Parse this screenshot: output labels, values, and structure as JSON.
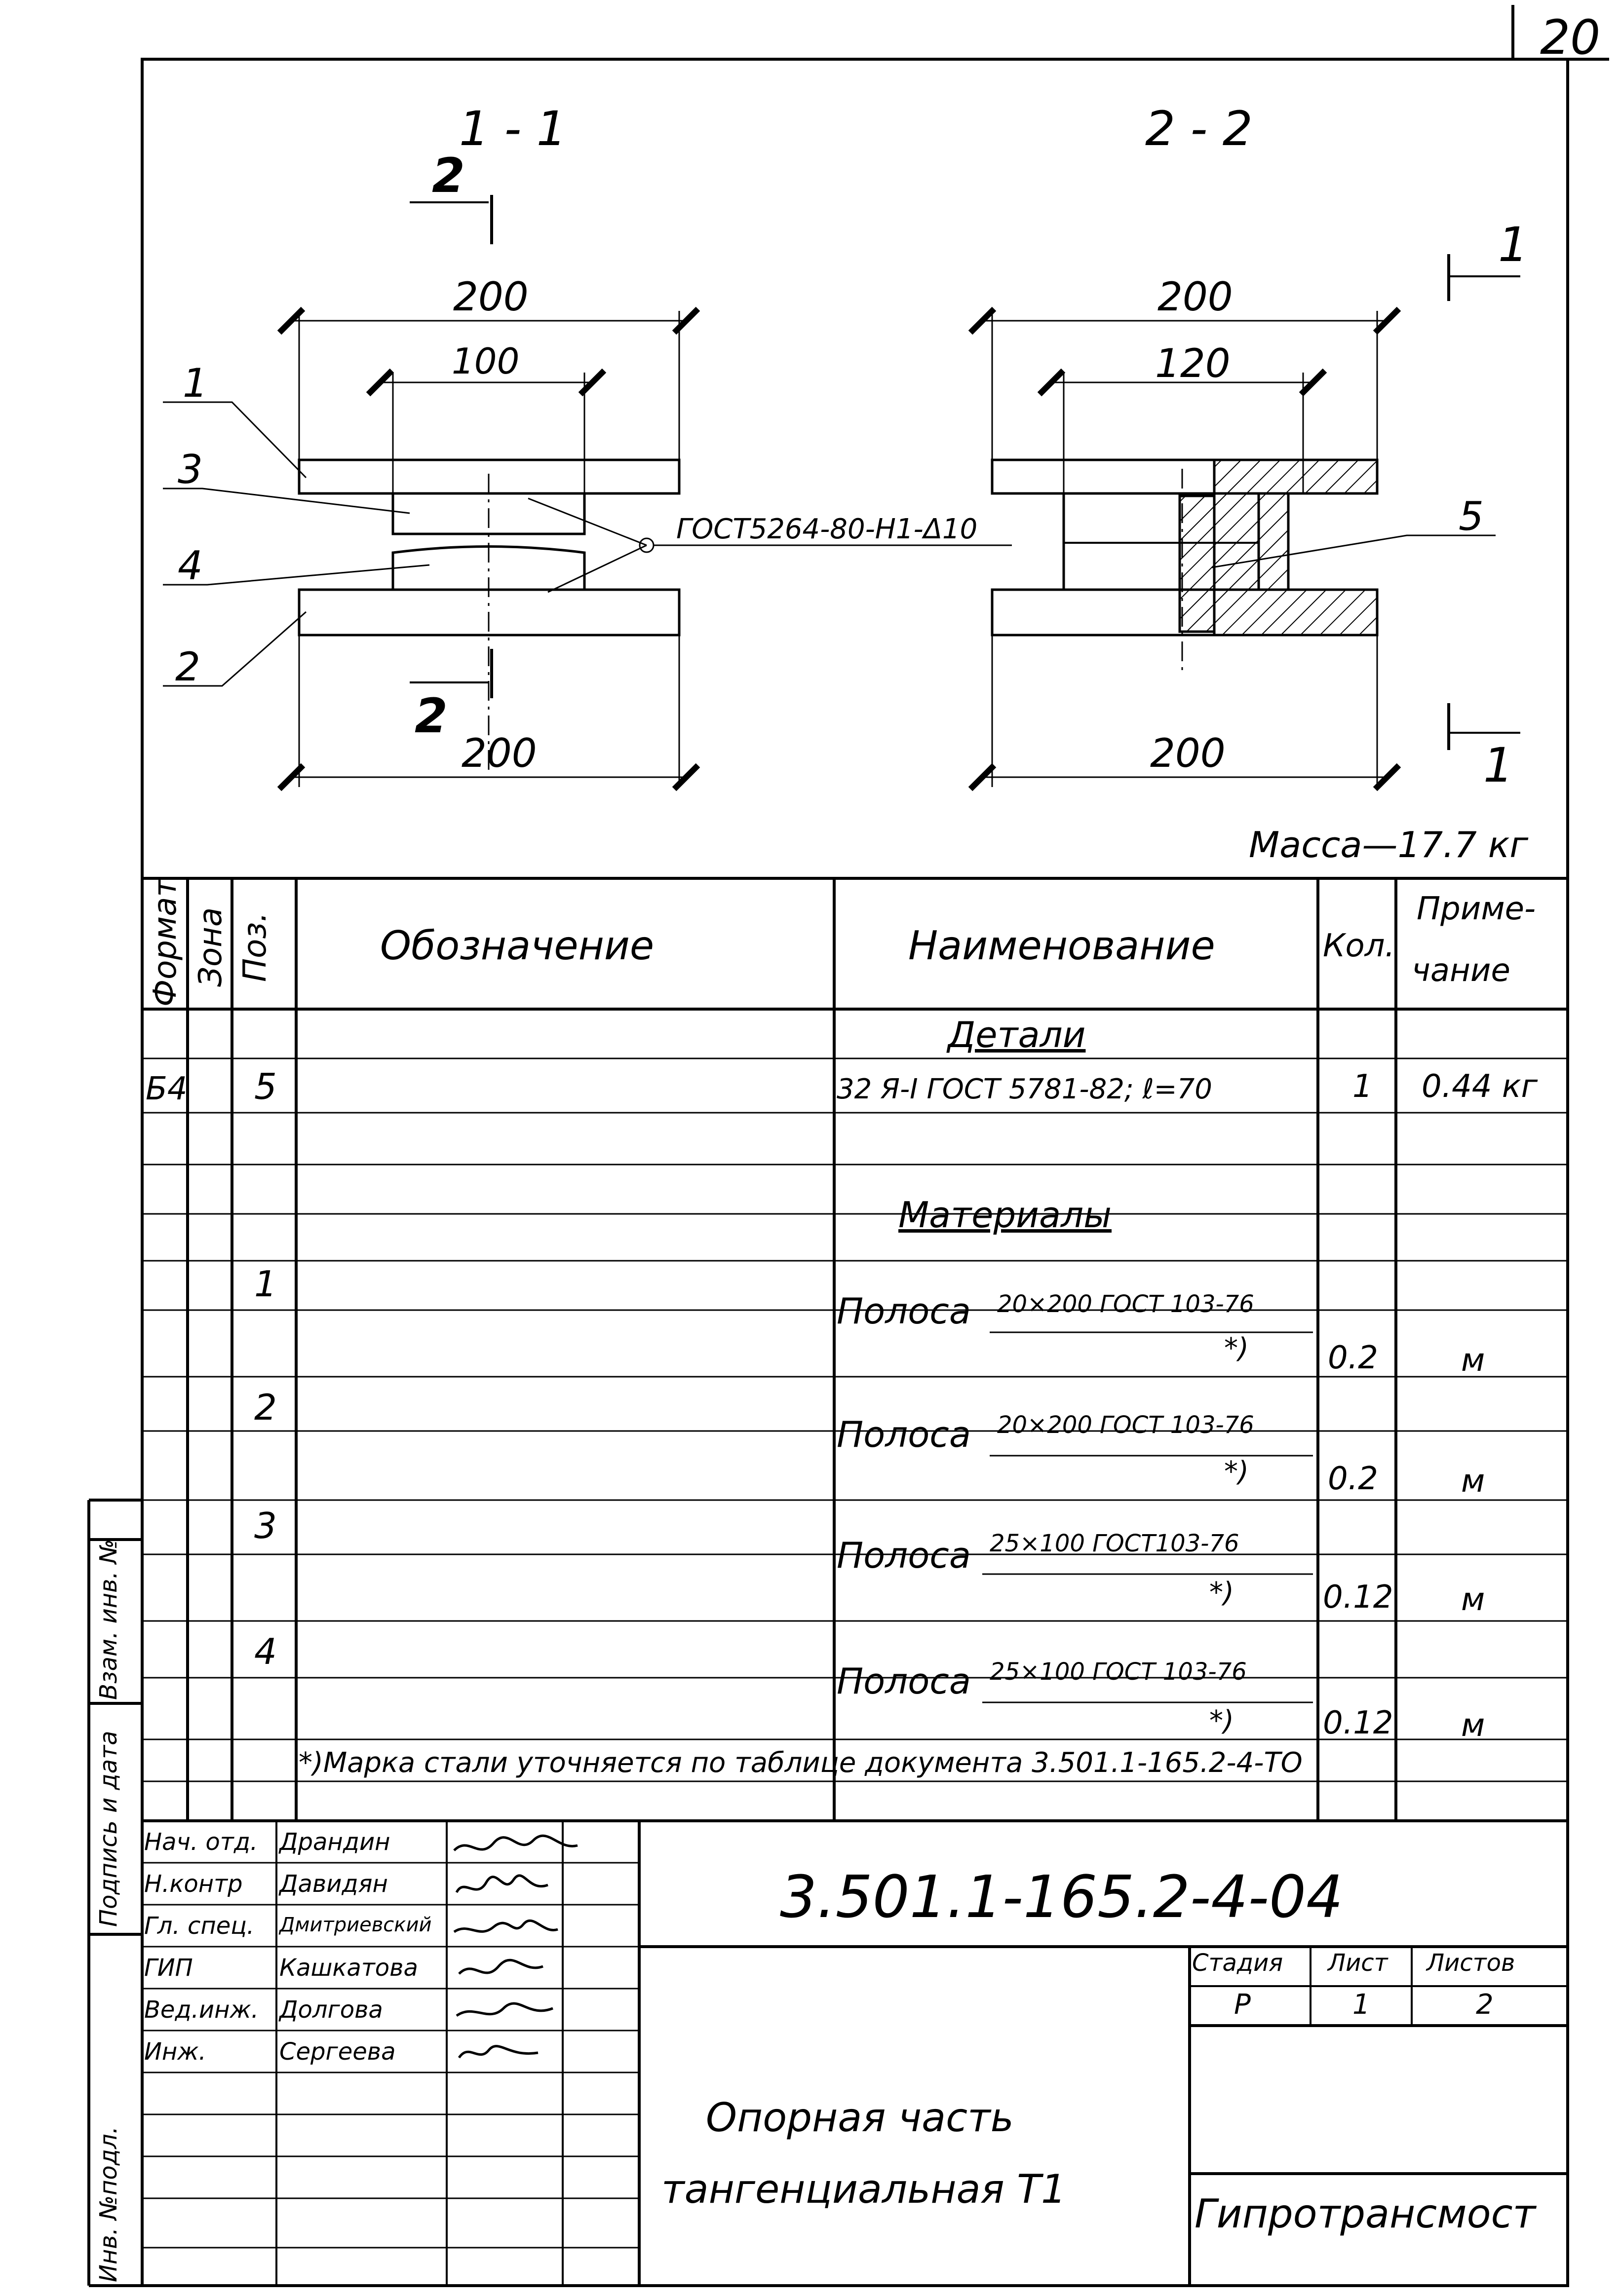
{
  "page_number": "20",
  "drawing": {
    "section_1_title": "1 - 1",
    "section_2_title": "2 - 2",
    "cut_mark_2": "2",
    "cut_mark_1": "1",
    "dim_200": "200",
    "dim_100": "100",
    "dim_120": "120",
    "callout_1": "1",
    "callout_2": "2",
    "callout_3": "3",
    "callout_4": "4",
    "callout_5": "5",
    "weld_note": "ГОСТ5264-80-Н1-Δ10",
    "mass": "Масса—17.7 кг"
  },
  "table": {
    "headers": {
      "format": "Формат",
      "zone": "Зона",
      "pos": "Поз.",
      "designation": "Обозначение",
      "name": "Наименование",
      "qty": "Кол.",
      "note_line1": "Приме-",
      "note_line2": "чание"
    },
    "section_parts": "Детали",
    "row_part": {
      "format": "Б4",
      "pos": "5",
      "name": "32 Я-I ГОСТ 5781-82; ℓ=70",
      "qty": "1",
      "note": "0.44 кг"
    },
    "section_materials": "Материалы",
    "materials": [
      {
        "pos": "1",
        "name_prefix": "Полоса",
        "name_top": "20×200 ГОСТ 103-76",
        "name_bottom": "*)",
        "qty": "0.2",
        "unit": "м"
      },
      {
        "pos": "2",
        "name_prefix": "Полоса",
        "name_top": "20×200 ГОСТ 103-76",
        "name_bottom": "*)",
        "qty": "0.2",
        "unit": "м"
      },
      {
        "pos": "3",
        "name_prefix": "Полоса",
        "name_top": "25×100 ГОСТ103-76",
        "name_bottom": "*)",
        "qty": "0.12",
        "unit": "м"
      },
      {
        "pos": "4",
        "name_prefix": "Полоса",
        "name_top": "25×100 ГОСТ 103-76",
        "name_bottom": "*)",
        "qty": "0.12",
        "unit": "м"
      }
    ],
    "footnote": "*)Марка стали уточняется по таблице документа 3.501.1-165.2-4-ТО"
  },
  "side_labels": {
    "inv_orig": "Инв. №подл.",
    "sign_date": "Подпись и дата",
    "swap_inv": "Взам. инв. №"
  },
  "title_block": {
    "roles": [
      {
        "role": "Нач. отд.",
        "name": "Драндин"
      },
      {
        "role": "Н.контр",
        "name": "Давидян"
      },
      {
        "role": "Гл. спец.",
        "name": "Дмитриевский"
      },
      {
        "role": "ГИП",
        "name": "Кашкатова"
      },
      {
        "role": "Вед.инж.",
        "name": "Долгова"
      },
      {
        "role": "Инж.",
        "name": "Сергеева"
      }
    ],
    "doc_code": "3.501.1-165.2-4-04",
    "title_line1": "Опорная часть",
    "title_line2": "тангенциальная Т1",
    "stage_label": "Стадия",
    "sheet_label": "Лист",
    "sheets_label": "Листов",
    "stage": "Р",
    "sheet": "1",
    "sheets": "2",
    "org": "Гипротрансмост"
  }
}
